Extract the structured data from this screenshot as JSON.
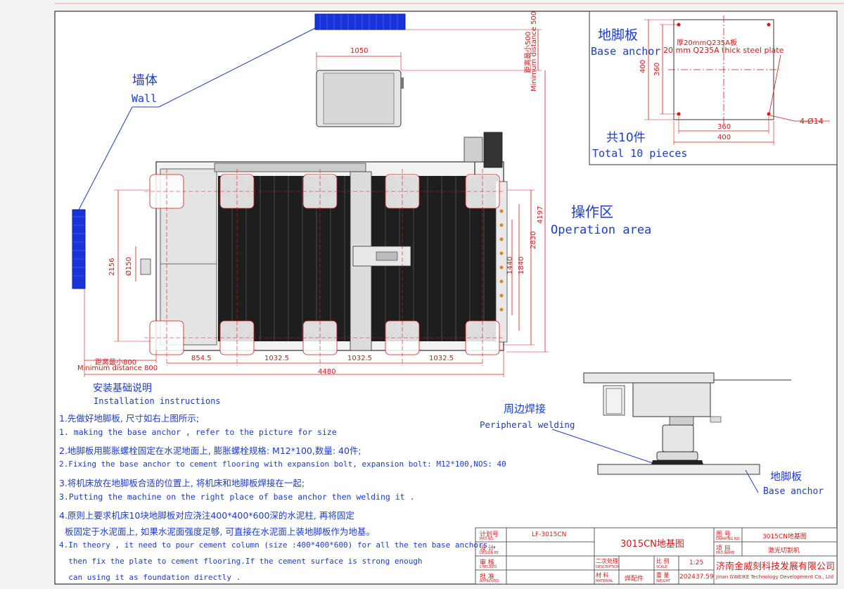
{
  "labels": {
    "wall_cn": "墙体",
    "wall_en": "Wall",
    "operation_cn": "操作区",
    "operation_en": "Operation area",
    "anchor_cn": "地脚板",
    "anchor_en": "Base anchor",
    "anchor_spec_cn": "厚20mmQ235A板",
    "anchor_spec_en": "20 mm Q235A thick steel plate",
    "total_cn": "共10件",
    "total_en": "Total 10 pieces",
    "hole_spec": "4-Ø14",
    "min_dist_top_cn": "距离最小500",
    "min_dist_top_en": "Minimum distance 500",
    "min_dist_left_cn": "距离最小800",
    "min_dist_left_en": "Minimum distance 800",
    "weld_cn": "周边焊接",
    "weld_en": "Peripheral welding",
    "anchor2_cn": "地脚板",
    "anchor2_en": "Base anchor"
  },
  "dimensions": {
    "top_width": "1050",
    "length_total": "4480",
    "seg1": "854.5",
    "seg2": "1032.5",
    "seg3": "1032.5",
    "seg4": "1032.5",
    "height_left": "2156",
    "pipe": "Ø150",
    "d1440": "1440",
    "d1840": "1840",
    "d2830": "2830",
    "d4197": "4197",
    "plate_400_h": "400",
    "plate_360_h": "360",
    "plate_360_w": "360",
    "plate_400_w": "400"
  },
  "instructions": {
    "title_cn": "安装基础说明",
    "title_en": "Installation instructions",
    "lines": [
      "1.先做好地脚板, 尺寸如右上图所示;",
      "1. making the base anchor , refer to the picture for size",
      "2.地脚板用膨胀螺栓固定在水泥地面上, 膨胀螺栓规格: M12*100,数量: 40件;",
      "2.Fixing the base anchor to cement flooring with expansion bolt, expansion bolt: M12*100,NOS: 40",
      "3.将机床放在地脚板合适的位置上, 将机床和地脚板焊接在一起;",
      "3.Putting the machine on the right place of base anchor then welding it .",
      "4.原则上要求机床10块地脚板对应浇注400*400*600深的水泥柱, 再将固定",
      "  板固定于水泥面上, 如果水泥面强度足够, 可直接在水泥面上装地脚板作为地基。",
      "4.In theory , it need to pour cement column (size :400*400*600) for all the ten base anchors ,",
      "  then fix the plate to cement flooring.If the cement surface is strong enough",
      "  can using it as foundation directly ."
    ]
  },
  "title_block": {
    "plan_no_label_cn": "计划号",
    "plan_no_label_en": "PRO.NO.",
    "plan_no": "LF-3015CN",
    "design_cn": "设 计",
    "design_en": "DESIGN BY",
    "check_cn": "审 核",
    "check_en": "CHECKED",
    "approve_cn": "批 准",
    "approve_en": "APPROVED",
    "drawing_title": "3015CN地基图",
    "desc_cn": "二次处理",
    "desc_en": "DESCRIPTION",
    "material_cn": "材 料",
    "material_en": "MATERIAL",
    "material": "焊配件",
    "drawing_no_cn": "图 号",
    "drawing_no_en": "DRAWING NO.",
    "drawing_no": "3015CN地基图",
    "pro_name_cn": "项 目",
    "pro_name_en": "PRO.NAME",
    "pro_name": "激光切割机",
    "scale_cn": "比 例",
    "scale_en": "SCALE",
    "scale": "1:25",
    "weight_cn": "重 量",
    "weight_en": "WEIGHT",
    "weight": "202437.59",
    "company_cn": "济南金威刻科技发展有限公司",
    "company_en": "Jinan GWEIKE Technology Development Co., Ltd"
  }
}
